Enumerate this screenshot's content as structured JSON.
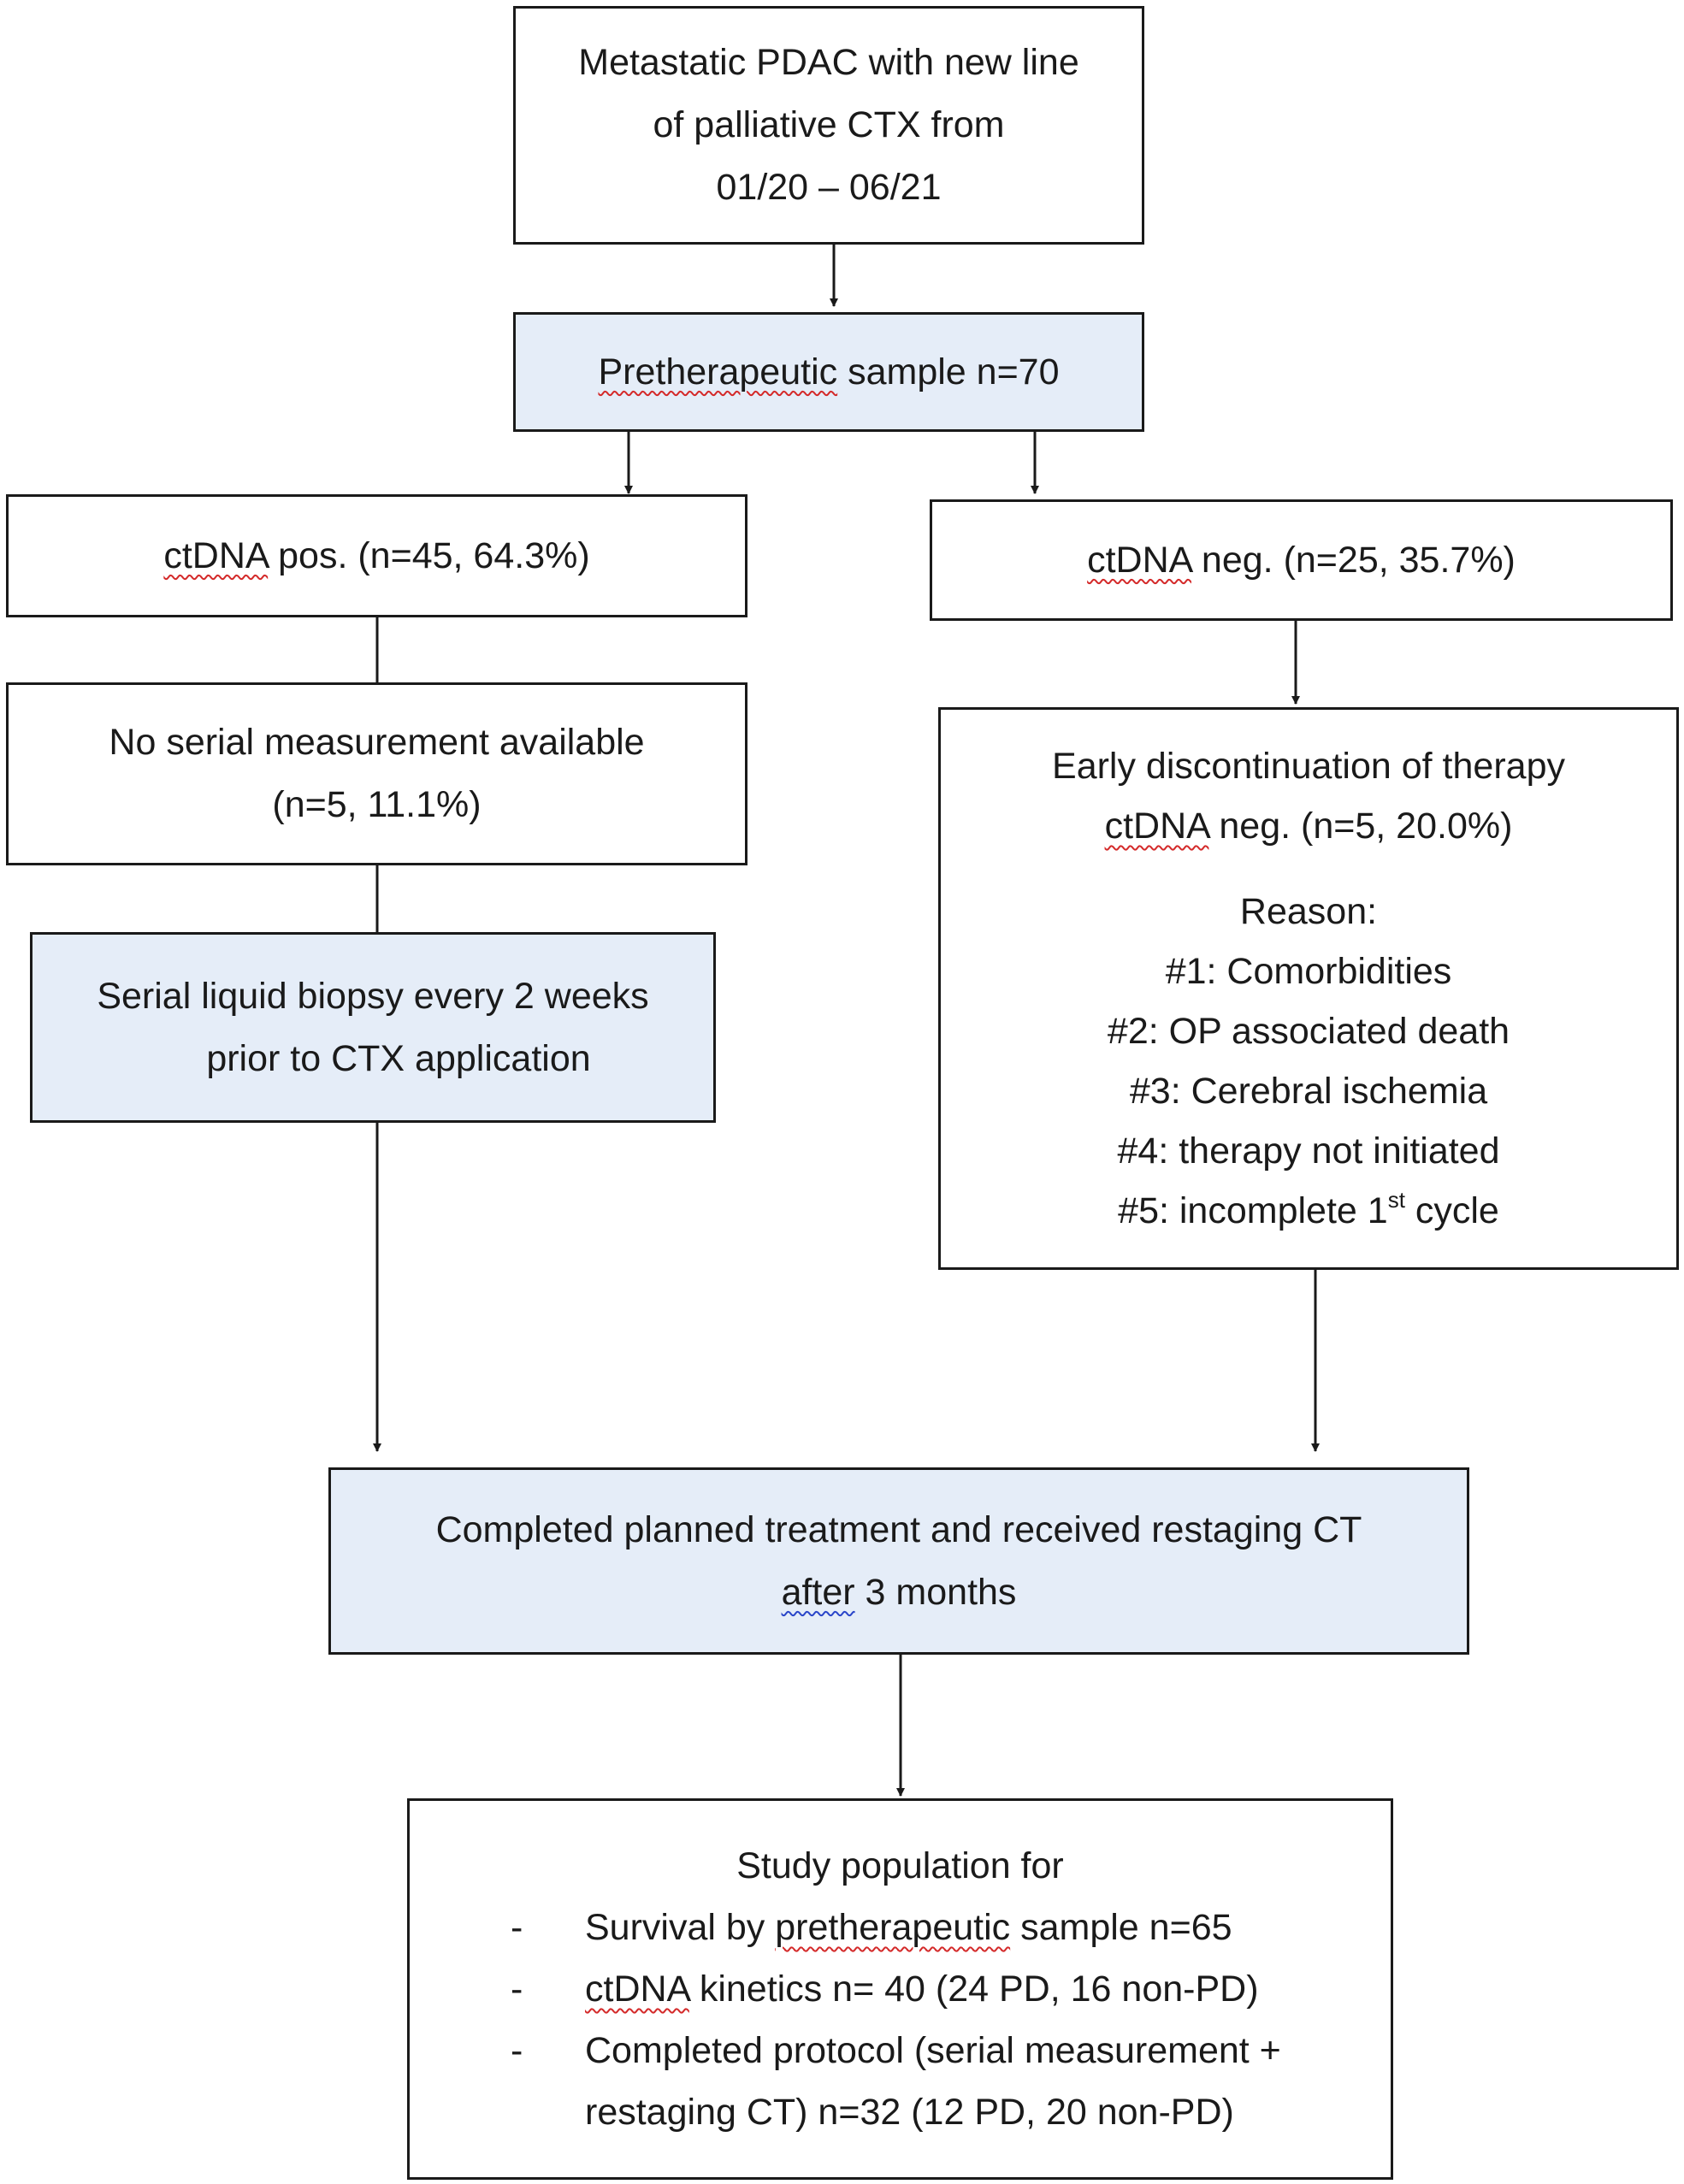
{
  "boxes": {
    "start": {
      "lines": [
        "Metastatic PDAC with new line",
        "of palliative CTX from",
        "01/20 – 06/21"
      ]
    },
    "pretherapeutic": {
      "word": "Pretherapeutic",
      "rest": " sample n=70"
    },
    "ctdna_pos": {
      "word": "ctDNA",
      "rest": " pos. (n=45, 64.3%)"
    },
    "ctdna_neg": {
      "word": "ctDNA",
      "rest": " neg. (n=25, 35.7%)"
    },
    "no_serial": {
      "lines": [
        "No serial measurement available",
        "(n=5, 11.1%)"
      ]
    },
    "serial_biopsy": {
      "lines": [
        "Serial liquid biopsy every 2 weeks",
        "prior to CTX application"
      ]
    },
    "early_discontinuation": {
      "title": "Early discontinuation of therapy",
      "ctdna_word": "ctDNA",
      "ctdna_rest": " neg. (n=5, 20.0%)",
      "reason_label": "Reason:",
      "reasons": [
        "#1: Comorbidities",
        "#2: OP associated death",
        "#3: Cerebral ischemia",
        "#4: therapy not initiated"
      ],
      "reason5_prefix": "#5: incomplete 1",
      "reason5_sup": "st",
      "reason5_suffix": " cycle"
    },
    "completed": {
      "line1": "Completed planned treatment and received restaging CT",
      "word": "after",
      "rest": " 3 months"
    },
    "study_population": {
      "title": "Study population for",
      "dash": "-",
      "item1_prefix": "Survival by ",
      "item1_word": "pretherapeutic",
      "item1_suffix": " sample n=65",
      "item2_word": "ctDNA",
      "item2_suffix": " kinetics n= 40 (24 PD, 16 non-PD)",
      "item3": "Completed protocol (serial measurement + restaging CT) n=32 (12 PD, 20 non-PD)"
    }
  },
  "colors": {
    "highlight_box": "#e5edf8",
    "border": "#1a1a1a",
    "spell_underline": "#d42a2a",
    "grammar_underline": "#2b46c9"
  }
}
